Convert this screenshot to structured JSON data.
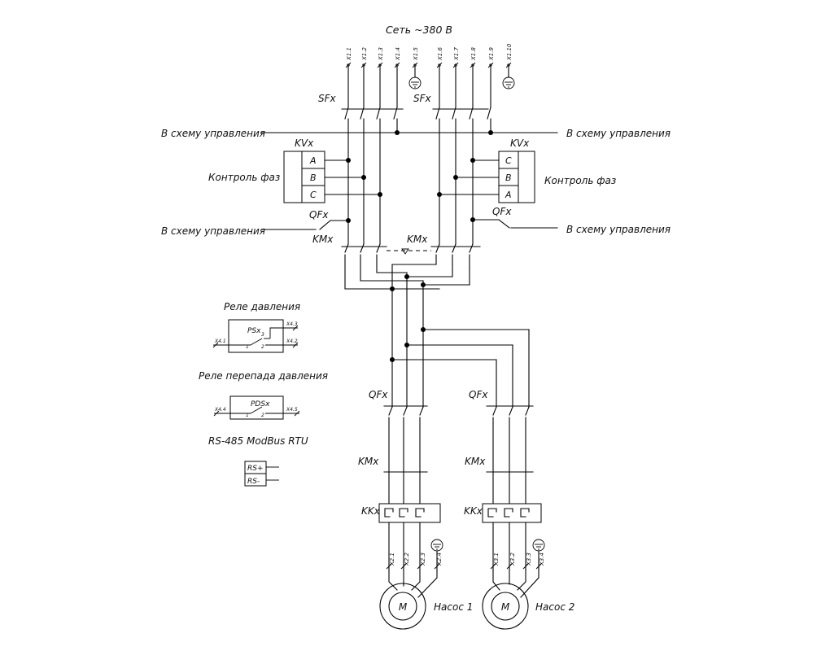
{
  "title": "Сеть ~380 В",
  "terminals_top": [
    "X1.1",
    "X1.2",
    "X1.3",
    "X1.4",
    "X1.5",
    "X1.6",
    "X1.7",
    "X1.8",
    "X1.9",
    "X1.10"
  ],
  "labels": {
    "sf_left": "SFx",
    "sf_right": "SFx",
    "kv_left": "KVx",
    "kv_right": "KVx",
    "qf_left": "QFx",
    "qf_right": "QFx",
    "km_left": "KMx",
    "km_mid": "KMx",
    "qf_pump1": "QFx",
    "qf_pump2": "QFx",
    "km_pump1": "KMx",
    "km_pump2": "KMx",
    "kk_pump1": "KKx",
    "kk_pump2": "KKx"
  },
  "control": {
    "to_control_1": "В схему управления",
    "to_control_2": "В схему управления",
    "to_control_3": "В схему управления",
    "to_control_4": "В схему управления",
    "phase_control_left": "Контроль фаз",
    "phase_control_right": "Контроль фаз"
  },
  "phase_cells_left": [
    "A",
    "B",
    "C"
  ],
  "phase_cells_right": [
    "C",
    "B",
    "A"
  ],
  "pressure_relay": {
    "title": "Реле давления",
    "device": "PSx",
    "term_left": "X4.1",
    "term_right_top": "X4.3",
    "term_right_bottom": "X4.2",
    "pin1": "1",
    "pin2": "2",
    "pin3": "3"
  },
  "diff_relay": {
    "title": "Реле перепада давления",
    "device": "PDSx",
    "term_left": "X4.4",
    "term_right": "X4.5",
    "pin1": "1",
    "pin2": "2"
  },
  "rs485": {
    "title": "RS-485 ModBus RTU",
    "plus": "RS+",
    "minus": "RS-"
  },
  "pump1": {
    "name": "Насос 1",
    "motor": "M",
    "terminals": [
      "X2.1",
      "X2.2",
      "X2.3",
      "X2.4"
    ]
  },
  "pump2": {
    "name": "Насос 2",
    "motor": "M",
    "terminals": [
      "X3.1",
      "X3.2",
      "X3.3",
      "X3.4"
    ]
  }
}
